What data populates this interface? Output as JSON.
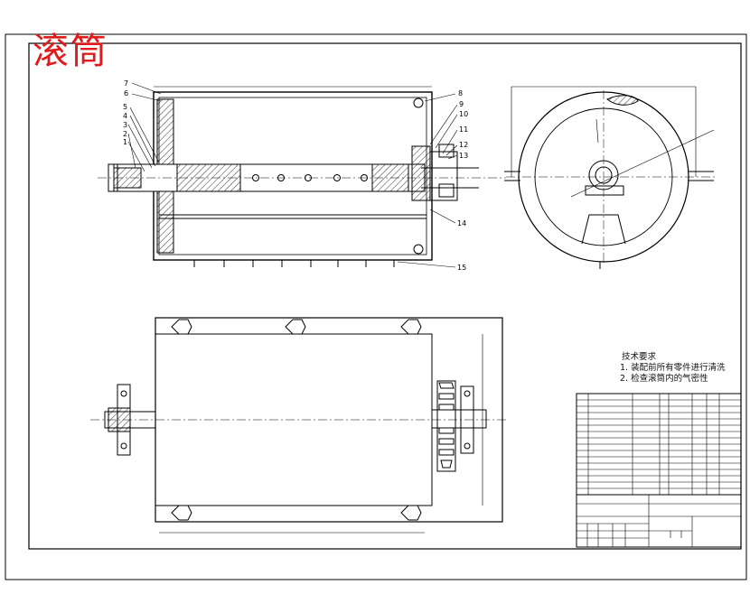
{
  "title": "滚筒",
  "technical_requirements": {
    "heading": "技术要求",
    "items": [
      "1. 装配前所有零件进行清洗",
      "2. 检查滚筒内的气密性"
    ]
  },
  "part_callouts": [
    "7",
    "6",
    "5",
    "4",
    "3",
    "2",
    "1",
    "8",
    "9",
    "10",
    "11",
    "12",
    "13",
    "14",
    "15"
  ]
}
